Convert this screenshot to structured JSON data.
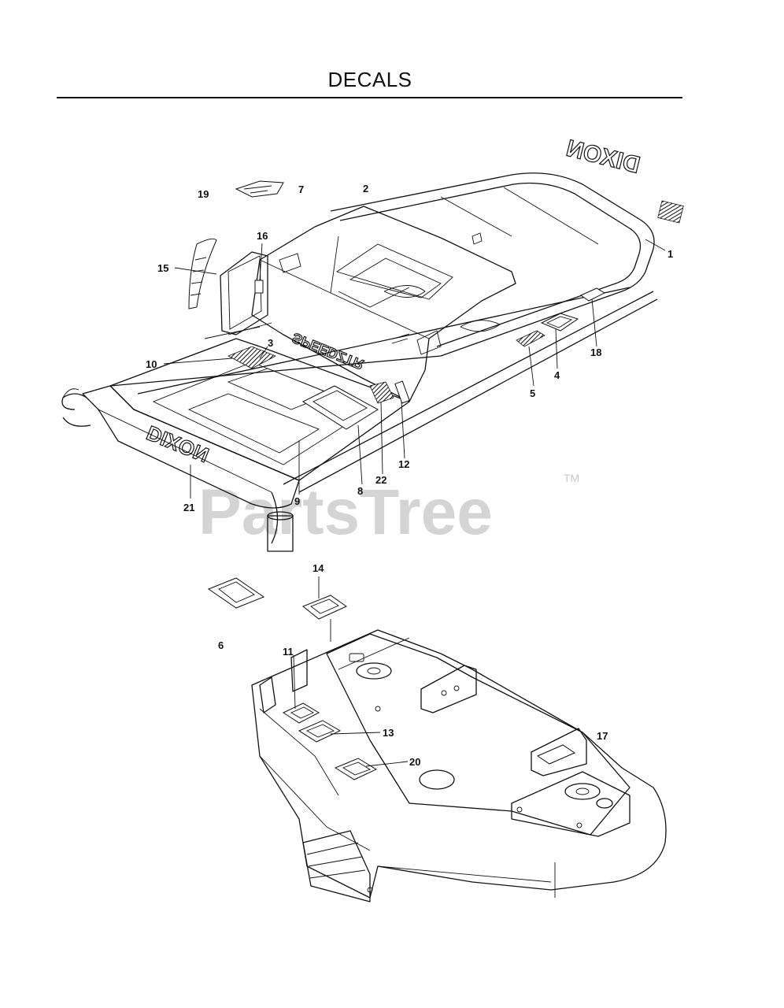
{
  "header": {
    "title": "DECALS"
  },
  "watermark": {
    "text": "PartsTree",
    "mark": "TM"
  },
  "frame_brand": "DIXON",
  "deck_brand": "DIXON",
  "console_brand": "SPEEDZTR",
  "callouts": [
    {
      "id": "c1",
      "label": "1"
    },
    {
      "id": "c2",
      "label": "2"
    },
    {
      "id": "c3",
      "label": "3"
    },
    {
      "id": "c4",
      "label": "4"
    },
    {
      "id": "c5",
      "label": "5"
    },
    {
      "id": "c6",
      "label": "6"
    },
    {
      "id": "c7",
      "label": "7"
    },
    {
      "id": "c8",
      "label": "8"
    },
    {
      "id": "c9",
      "label": "9"
    },
    {
      "id": "c10",
      "label": "10"
    },
    {
      "id": "c11",
      "label": "11"
    },
    {
      "id": "c12",
      "label": "12"
    },
    {
      "id": "c13",
      "label": "13"
    },
    {
      "id": "c14",
      "label": "14"
    },
    {
      "id": "c15",
      "label": "15"
    },
    {
      "id": "c16",
      "label": "16"
    },
    {
      "id": "c17",
      "label": "17"
    },
    {
      "id": "c18",
      "label": "18"
    },
    {
      "id": "c19",
      "label": "19"
    },
    {
      "id": "c20",
      "label": "20"
    },
    {
      "id": "c21",
      "label": "21"
    },
    {
      "id": "c22",
      "label": "22"
    }
  ]
}
